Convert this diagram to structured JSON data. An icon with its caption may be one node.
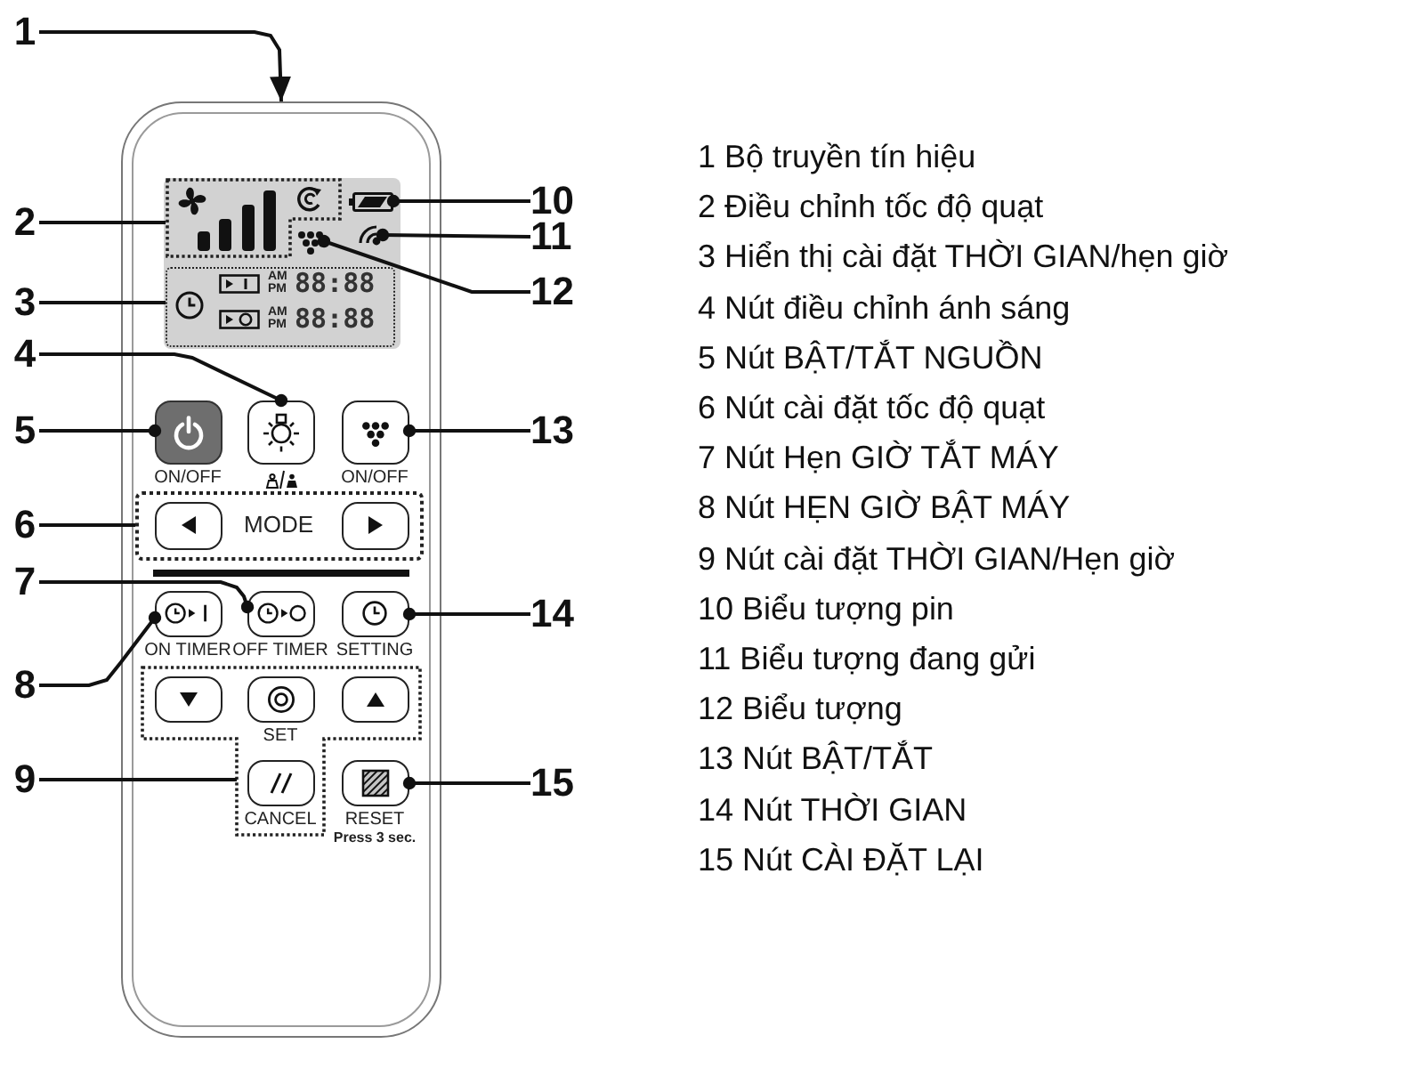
{
  "diagram": {
    "nodes": [
      {
        "text": [],
        "shape": "box"
      },
      {
        "text": [],
        "shape": "box",
        "in": 0
      },
      {
        "text": [],
        "shape": "box",
        "in": 1
      },
      {
        "text": [],
        "shape": "picture",
        "in": 1
      },
      {
        "text": [],
        "shape": "picture",
        "in": 1
      },
      {
        "text": [],
        "shape": "picture",
        "in": 1
      },
      {
        "text": [
          "AM",
          "PM",
          "88:88",
          "AM",
          "PM",
          "88:88"
        ],
        "in": 1
      },
      {
        "text": [],
        "shape": "box",
        "in": 0,
        "beside": [
          "ON/OFF"
        ]
      },
      {
        "text": [],
        "shape": "box",
        "in": 0
      },
      {
        "text": [],
        "shape": "box",
        "in": 0,
        "beside": [
          "ON/OFF"
        ]
      },
      {
        "text": [
          "MODE"
        ],
        "in": 0
      },
      {
        "text": [],
        "shape": "box",
        "in": 10
      },
      {
        "text": [],
        "shape": "box",
        "in": 10
      },
      {
        "text": [],
        "shape": "box",
        "in": 0,
        "beside": [
          "ON TIMER"
        ]
      },
      {
        "text": [],
        "shape": "box",
        "in": 0,
        "beside": [
          "OFF TIMER"
        ]
      },
      {
        "text": [],
        "shape": "box",
        "in": 0,
        "beside": [
          "SETTING"
        ]
      },
      {
        "text": [],
        "shape": "box",
        "in": 0
      },
      {
        "text": [],
        "shape": "box",
        "in": 16
      },
      {
        "text": [],
        "shape": "box",
        "in": 16,
        "beside": [
          "SET"
        ]
      },
      {
        "text": [],
        "shape": "box",
        "in": 16
      },
      {
        "text": [],
        "shape": "box",
        "in": 16,
        "beside": [
          "CANCEL"
        ]
      },
      {
        "text": [],
        "shape": "box",
        "in": 0,
        "beside": [
          "RESET",
          "Press 3 sec."
        ]
      },
      {
        "text": [
          "1"
        ]
      },
      {
        "text": [
          "2"
        ]
      },
      {
        "text": [
          "3"
        ]
      },
      {
        "text": [
          "4"
        ]
      },
      {
        "text": [
          "5"
        ]
      },
      {
        "text": [
          "6"
        ]
      },
      {
        "text": [
          "7"
        ]
      },
      {
        "text": [
          "8"
        ]
      },
      {
        "text": [
          "9"
        ]
      },
      {
        "text": [
          "10"
        ]
      },
      {
        "text": [
          "11"
        ]
      },
      {
        "text": [
          "12"
        ]
      },
      {
        "text": [
          "13"
        ]
      },
      {
        "text": [
          "14"
        ]
      },
      {
        "text": [
          "15"
        ]
      }
    ],
    "edges": [
      {
        "from": 22,
        "to": 0,
        "arrow": "to"
      },
      {
        "from": 23,
        "to": 2,
        "arrow": "none"
      },
      {
        "from": 24,
        "to": 6,
        "arrow": "none"
      },
      {
        "from": 25,
        "to": 8,
        "arrow": "other"
      },
      {
        "from": 26,
        "to": 7,
        "arrow": "other"
      },
      {
        "from": 27,
        "to": 10,
        "arrow": "none"
      },
      {
        "from": 28,
        "to": 14,
        "arrow": "other"
      },
      {
        "from": 29,
        "to": 13,
        "arrow": "other"
      },
      {
        "from": 30,
        "to": 16,
        "arrow": "none"
      },
      {
        "from": 31,
        "to": 3,
        "arrow": "other"
      },
      {
        "from": 32,
        "to": 4,
        "arrow": "other"
      },
      {
        "from": 33,
        "to": 5,
        "arrow": "other"
      },
      {
        "from": 34,
        "to": 9,
        "arrow": "other"
      },
      {
        "from": 35,
        "to": 15,
        "arrow": "other"
      },
      {
        "from": 36,
        "to": 21,
        "arrow": "other"
      }
    ],
    "labels": [
      "1 Bộ truyền tín hiệu",
      "2 Điều chỉnh tốc độ quạt",
      "3 Hiển thị cài đặt THỜI GIAN/hẹn giờ",
      "4 Nút điều chỉnh ánh sáng",
      "5 Nút BẬT/TẮT NGUỒN",
      "6 Nút cài đặt tốc độ quạt",
      "7 Nút Hẹn GIỜ TẮT MÁY",
      "8 Nút HẸN GIỜ BẬT MÁY",
      "9 Nút cài đặt THỜI GIAN/Hẹn giờ",
      "10 Biểu tượng pin",
      "11 Biểu tượng đang gửi",
      "12 Biểu tượng",
      "13 Nút BẬT/TẮT",
      "14 Nút THỜI GIAN",
      "15 Nút CÀI ĐẶT LẠI"
    ]
  }
}
